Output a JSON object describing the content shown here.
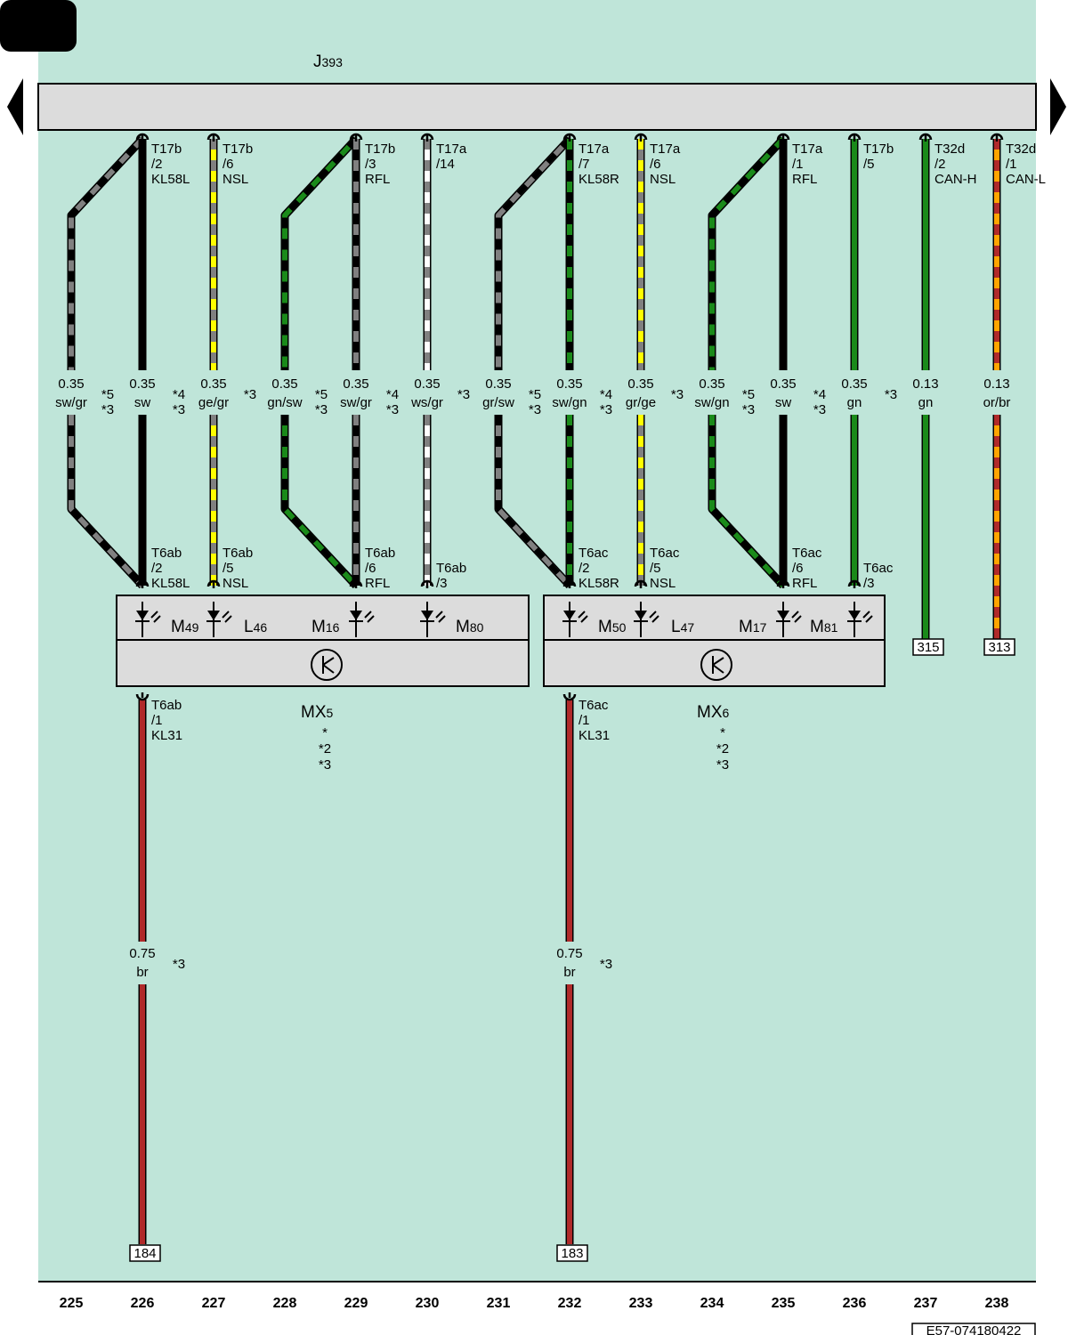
{
  "header": {
    "control_unit": "J",
    "control_unit_sub": "393"
  },
  "connectors": [
    {
      "col": 226,
      "name": "T17b",
      "pin": "/2",
      "signal": "KL58L"
    },
    {
      "col": 227,
      "name": "T17b",
      "pin": "/6",
      "signal": "NSL"
    },
    {
      "col": 229,
      "name": "T17b",
      "pin": "/3",
      "signal": "RFL"
    },
    {
      "col": 230,
      "name": "T17a",
      "pin": "/14",
      "signal": ""
    },
    {
      "col": 232,
      "name": "T17a",
      "pin": "/7",
      "signal": "KL58R"
    },
    {
      "col": 233,
      "name": "T17a",
      "pin": "/6",
      "signal": "NSL"
    },
    {
      "col": 235,
      "name": "T17a",
      "pin": "/1",
      "signal": "RFL"
    },
    {
      "col": 236,
      "name": "T17b",
      "pin": "/5",
      "signal": ""
    },
    {
      "col": 237,
      "name": "T32d",
      "pin": "/2",
      "signal": "CAN-H"
    },
    {
      "col": 238,
      "name": "T32d",
      "pin": "/1",
      "signal": "CAN-L"
    }
  ],
  "wires": [
    {
      "col": 225,
      "size": "0.35",
      "color": "sw/gr",
      "notes": [
        "*5",
        "*3"
      ]
    },
    {
      "col": 226,
      "size": "0.35",
      "color": "sw",
      "notes": [
        "*4",
        "*3"
      ]
    },
    {
      "col": 227,
      "size": "0.35",
      "color": "ge/gr",
      "notes": [
        "*3"
      ]
    },
    {
      "col": 228,
      "size": "0.35",
      "color": "gn/sw",
      "notes": [
        "*5",
        "*3"
      ]
    },
    {
      "col": 229,
      "size": "0.35",
      "color": "sw/gr",
      "notes": [
        "*4",
        "*3"
      ]
    },
    {
      "col": 230,
      "size": "0.35",
      "color": "ws/gr",
      "notes": [
        "*3"
      ]
    },
    {
      "col": 231,
      "size": "0.35",
      "color": "gr/sw",
      "notes": [
        "*5",
        "*3"
      ]
    },
    {
      "col": 232,
      "size": "0.35",
      "color": "sw/gn",
      "notes": [
        "*4",
        "*3"
      ]
    },
    {
      "col": 233,
      "size": "0.35",
      "color": "gr/ge",
      "notes": [
        "*3"
      ]
    },
    {
      "col": 234,
      "size": "0.35",
      "color": "sw/gn",
      "notes": [
        "*5",
        "*3"
      ]
    },
    {
      "col": 235,
      "size": "0.35",
      "color": "sw",
      "notes": [
        "*4",
        "*3"
      ]
    },
    {
      "col": 236,
      "size": "0.35",
      "color": "gn",
      "notes": [
        "*3"
      ]
    },
    {
      "col": 237,
      "size": "0.13",
      "color": "gn",
      "notes": []
    },
    {
      "col": 238,
      "size": "0.13",
      "color": "or/br",
      "notes": []
    }
  ],
  "lamp_connectors": [
    {
      "col": 226,
      "name": "T6ab",
      "pin": "/2",
      "signal": "KL58L"
    },
    {
      "col": 227,
      "name": "T6ab",
      "pin": "/5",
      "signal": "NSL"
    },
    {
      "col": 229,
      "name": "T6ab",
      "pin": "/6",
      "signal": "RFL"
    },
    {
      "col": 230,
      "name": "T6ab",
      "pin": "/3",
      "signal": ""
    },
    {
      "col": 232,
      "name": "T6ac",
      "pin": "/2",
      "signal": "KL58R"
    },
    {
      "col": 233,
      "name": "T6ac",
      "pin": "/5",
      "signal": "NSL"
    },
    {
      "col": 235,
      "name": "T6ac",
      "pin": "/6",
      "signal": "RFL"
    },
    {
      "col": 236,
      "name": "T6ac",
      "pin": "/3",
      "signal": ""
    }
  ],
  "lamps": [
    {
      "main": "M",
      "sub": "49"
    },
    {
      "main": "L",
      "sub": "46"
    },
    {
      "main": "M",
      "sub": "16"
    },
    {
      "main": "M",
      "sub": "80"
    },
    {
      "main": "M",
      "sub": "50"
    },
    {
      "main": "L",
      "sub": "47"
    },
    {
      "main": "M",
      "sub": "17"
    },
    {
      "main": "M",
      "sub": "81"
    }
  ],
  "assemblies": [
    {
      "main": "MX",
      "sub": "5",
      "notes": [
        "*",
        "*2",
        "*3"
      ]
    },
    {
      "main": "MX",
      "sub": "6",
      "notes": [
        "*",
        "*2",
        "*3"
      ]
    }
  ],
  "ground_connectors": [
    {
      "col": 226,
      "name": "T6ab",
      "pin": "/1",
      "signal": "KL31"
    },
    {
      "col": 232,
      "name": "T6ac",
      "pin": "/1",
      "signal": "KL31"
    }
  ],
  "ground_wires": [
    {
      "col": 226,
      "size": "0.75",
      "color": "br",
      "note": "*3"
    },
    {
      "col": 232,
      "size": "0.75",
      "color": "br",
      "note": "*3"
    }
  ],
  "references": [
    "315",
    "313",
    "184",
    "183"
  ],
  "columns": [
    "225",
    "226",
    "227",
    "228",
    "229",
    "230",
    "231",
    "232",
    "233",
    "234",
    "235",
    "236",
    "237",
    "238"
  ],
  "doc_number": "E57-074180422",
  "colors": {
    "background": "#bfe5d9",
    "bar": "#dcdcdc",
    "sw": "#000000",
    "gr": "#808080",
    "ge": "#ffff00",
    "gn": "#1a8a1a",
    "ws": "#ffffff",
    "br": "#b02a2a",
    "or": "#ffa500"
  }
}
